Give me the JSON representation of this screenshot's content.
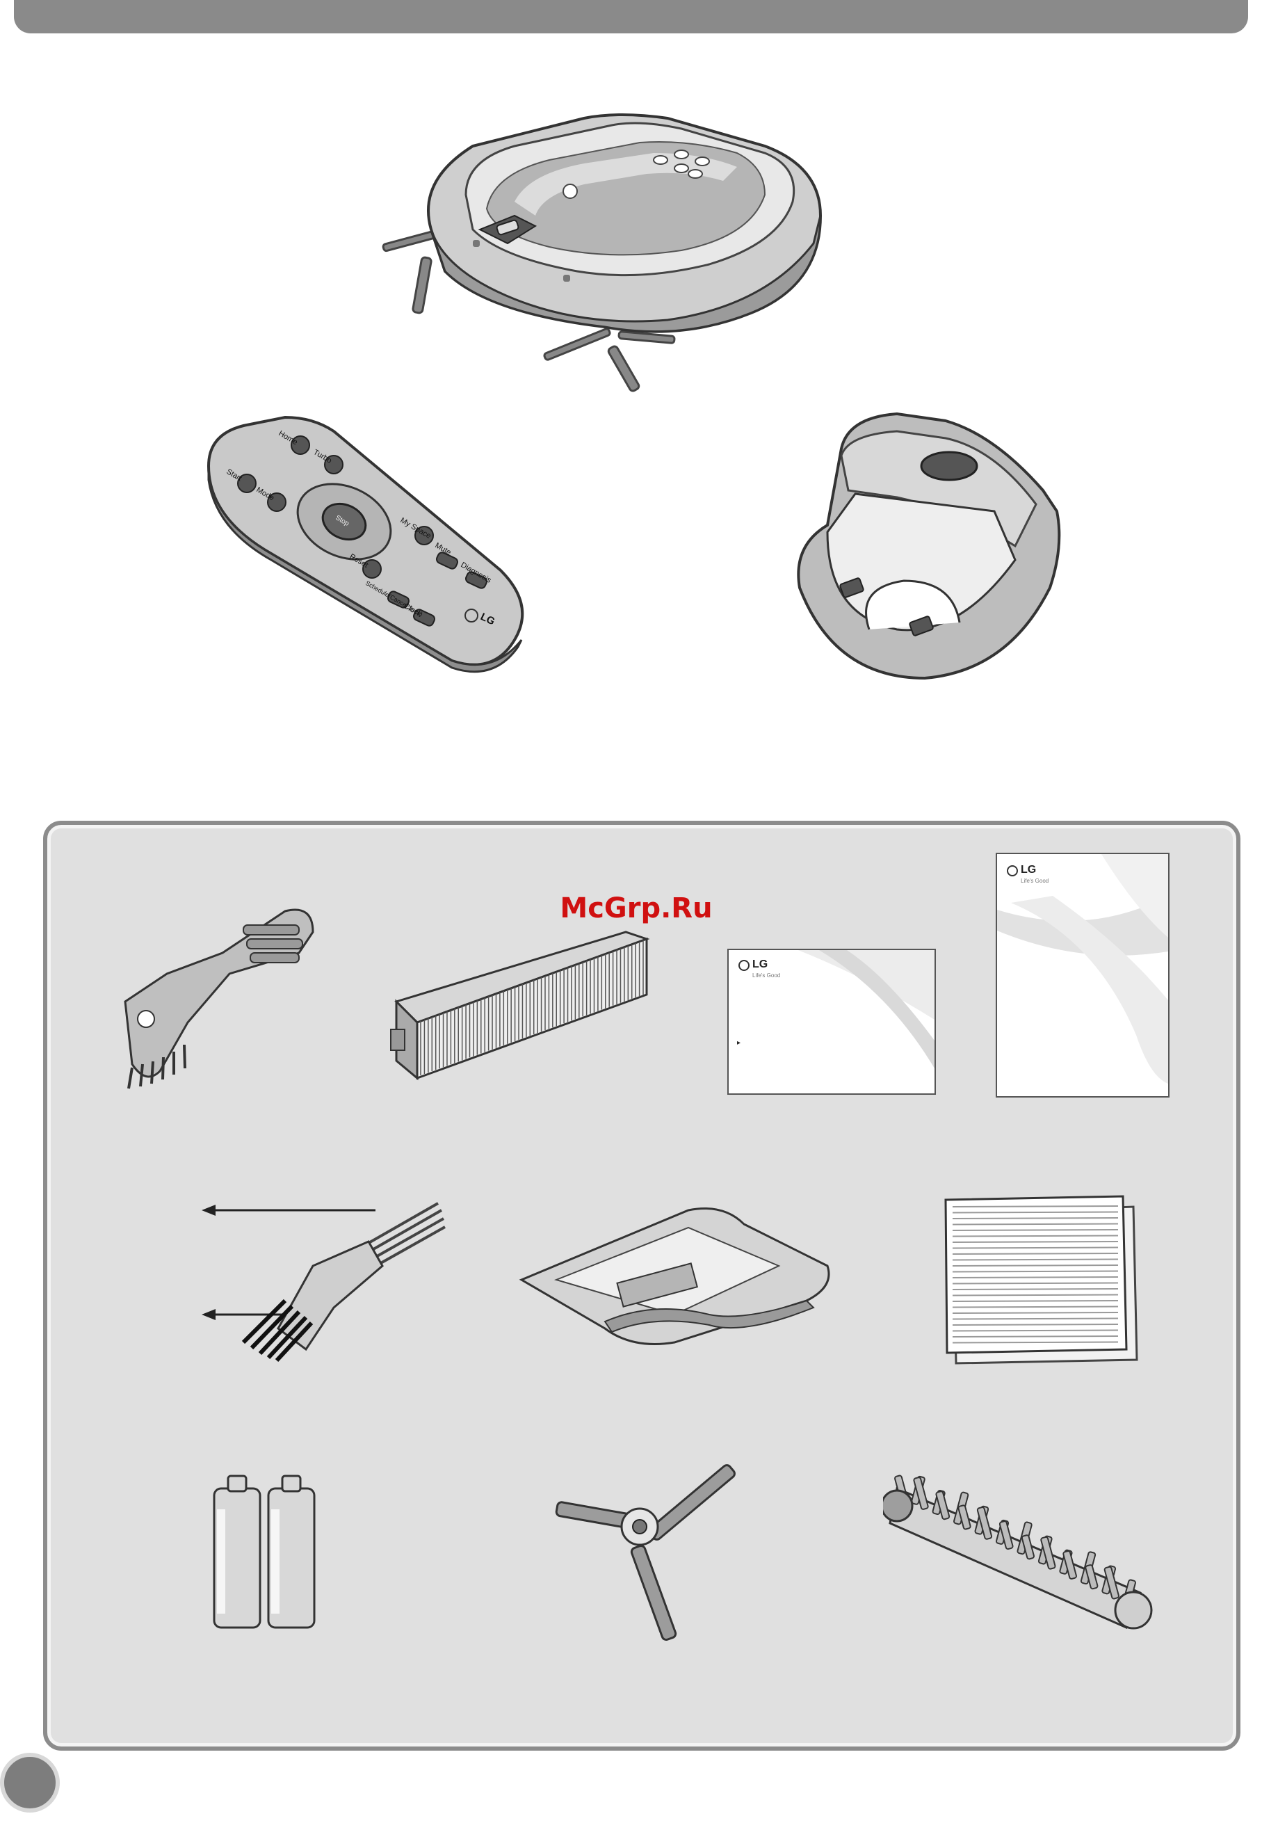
{
  "header": {
    "watermark": "McGrp.Ru"
  },
  "remote": {
    "labels": {
      "home": "Home",
      "turbo": "Turbo",
      "start": "Start",
      "mode": "Mode",
      "stop": "Stop",
      "my_space": "My Space",
      "reset": "Reset",
      "mute": "Mute",
      "schedule": "Schedule(Cancel:3sec)",
      "diagnosis": "Diagnosis",
      "clock": "Clock",
      "brand": "LG"
    }
  },
  "manuals": {
    "small": {
      "brand": "LG",
      "tagline": "Life's Good",
      "marker": "▸"
    },
    "large": {
      "brand": "LG",
      "tagline": "Life's Good"
    }
  },
  "colors": {
    "frame": "#8c8c8c",
    "panel": "#e0e0e0",
    "watermark": "#d01010"
  }
}
